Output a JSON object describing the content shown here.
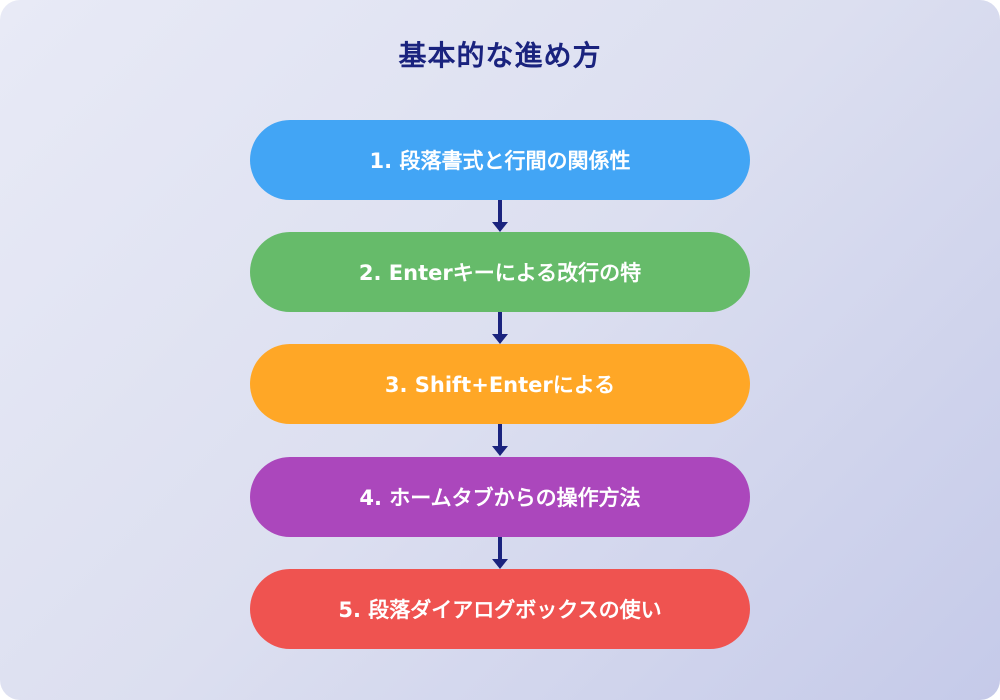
{
  "title": "基本的な進め方",
  "colors": {
    "title": "#1a237e",
    "arrow": "#1a237e",
    "background_start": "#e8eaf6",
    "background_end": "#c5cae9"
  },
  "steps": [
    {
      "label": "1. 段落書式と行間の関係性",
      "color": "#42a5f5"
    },
    {
      "label": "2. Enterキーによる改行の特",
      "color": "#66bb6a"
    },
    {
      "label": "3. Shift+Enterによる",
      "color": "#ffa726"
    },
    {
      "label": "4. ホームタブからの操作方法",
      "color": "#ab47bc"
    },
    {
      "label": "5. 段落ダイアログボックスの使い",
      "color": "#ef5350"
    }
  ]
}
